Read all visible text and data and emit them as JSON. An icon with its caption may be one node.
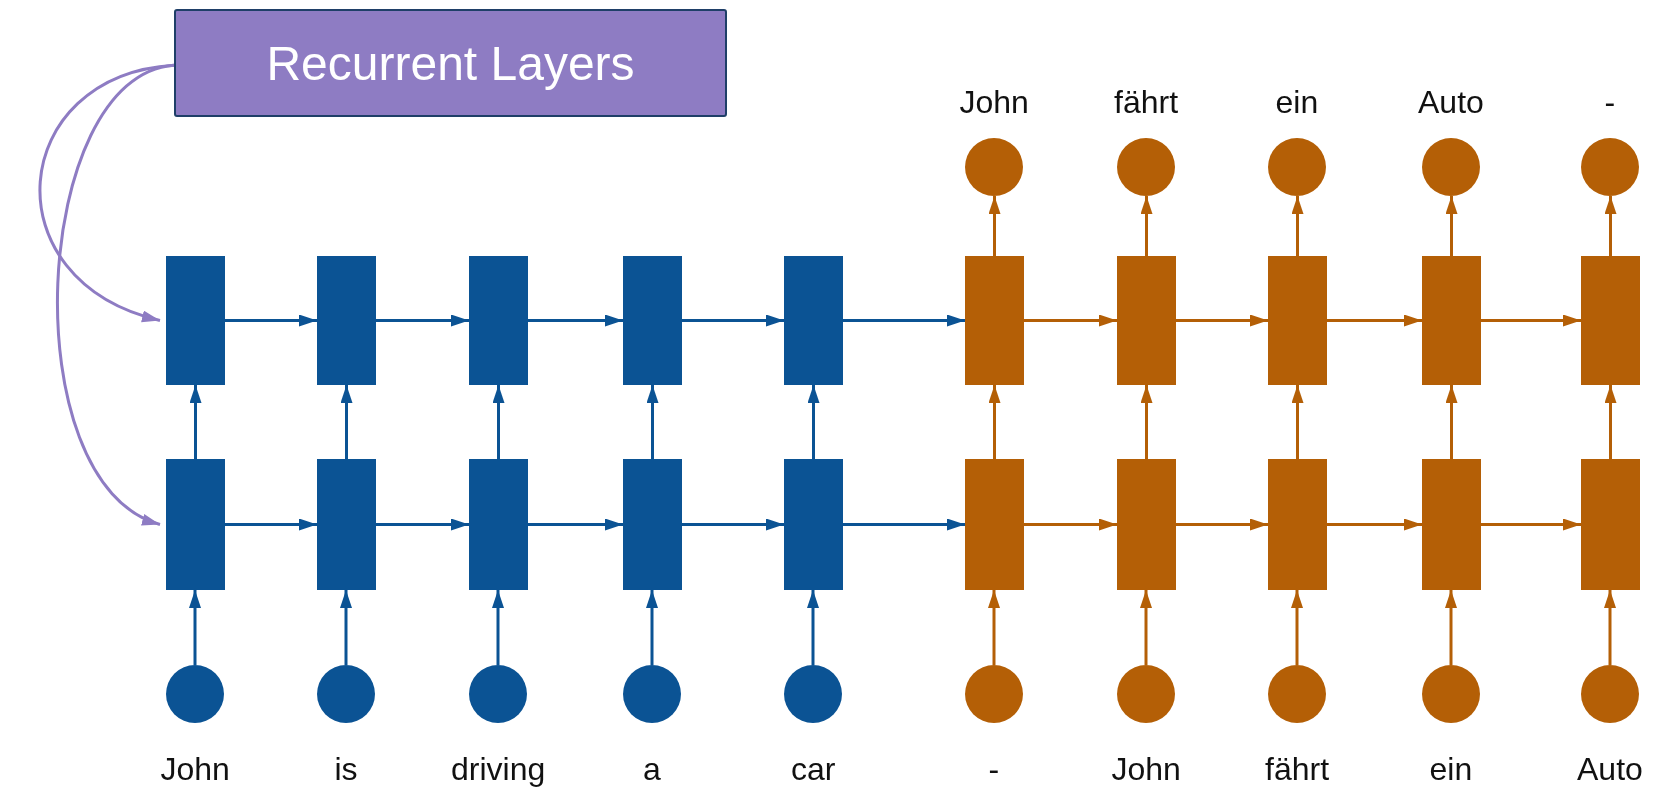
{
  "diagram": {
    "nodes": [
      {
        "text": [
          "Recurrent Layers"
        ]
      },
      {
        "text": [],
        "shape": "circle",
        "beside": [
          "John"
        ]
      },
      {
        "text": [],
        "shape": "circle",
        "beside": [
          "fährt"
        ]
      },
      {
        "text": [],
        "shape": "circle",
        "beside": [
          "ein"
        ]
      },
      {
        "text": [],
        "shape": "circle",
        "beside": [
          "Auto"
        ]
      },
      {
        "text": [],
        "shape": "circle",
        "beside": [
          "-"
        ]
      },
      {
        "text": [],
        "shape": "box"
      },
      {
        "text": [],
        "shape": "box"
      },
      {
        "text": [],
        "shape": "box"
      },
      {
        "text": [],
        "shape": "box"
      },
      {
        "text": [],
        "shape": "box"
      },
      {
        "text": [],
        "shape": "box"
      },
      {
        "text": [],
        "shape": "box"
      },
      {
        "text": [],
        "shape": "box"
      },
      {
        "text": [],
        "shape": "box"
      },
      {
        "text": [],
        "shape": "box"
      },
      {
        "text": [],
        "shape": "box"
      },
      {
        "text": [],
        "shape": "box"
      },
      {
        "text": [],
        "shape": "box"
      },
      {
        "text": [],
        "shape": "box"
      },
      {
        "text": [],
        "shape": "box"
      },
      {
        "text": [],
        "shape": "box"
      },
      {
        "text": [],
        "shape": "box"
      },
      {
        "text": [],
        "shape": "box"
      },
      {
        "text": [],
        "shape": "box"
      },
      {
        "text": [],
        "shape": "box"
      },
      {
        "text": [],
        "shape": "circle",
        "beside": [
          "John"
        ]
      },
      {
        "text": [],
        "shape": "circle",
        "beside": [
          "is"
        ]
      },
      {
        "text": [],
        "shape": "circle",
        "beside": [
          "driving"
        ]
      },
      {
        "text": [],
        "shape": "circle",
        "beside": [
          "a"
        ]
      },
      {
        "text": [],
        "shape": "circle",
        "beside": [
          "car"
        ]
      },
      {
        "text": [],
        "shape": "circle",
        "beside": [
          "-"
        ]
      },
      {
        "text": [],
        "shape": "circle",
        "beside": [
          "John"
        ]
      },
      {
        "text": [],
        "shape": "circle",
        "beside": [
          "fährt"
        ]
      },
      {
        "text": [],
        "shape": "circle",
        "beside": [
          "ein"
        ]
      },
      {
        "text": [],
        "shape": "circle",
        "beside": [
          "Auto"
        ]
      }
    ],
    "edges": [
      {
        "from": 0,
        "to": 6,
        "arrow": "to",
        "color": "#8e7cc3"
      },
      {
        "from": 0,
        "to": 16,
        "arrow": "to",
        "color": "#8e7cc3"
      },
      {
        "from": 6,
        "to": 7,
        "arrow": "to",
        "color": "#0b5394"
      },
      {
        "from": 7,
        "to": 8,
        "arrow": "to",
        "color": "#0b5394"
      },
      {
        "from": 8,
        "to": 9,
        "arrow": "to",
        "color": "#0b5394"
      },
      {
        "from": 9,
        "to": 10,
        "arrow": "to",
        "color": "#0b5394"
      },
      {
        "from": 10,
        "to": 11,
        "arrow": "to",
        "color": "#0b5394"
      },
      {
        "from": 11,
        "to": 12,
        "arrow": "to"
      },
      {
        "from": 12,
        "to": 13,
        "arrow": "to"
      },
      {
        "from": 13,
        "to": 14,
        "arrow": "to"
      },
      {
        "from": 14,
        "to": 15,
        "arrow": "to"
      },
      {
        "from": 16,
        "to": 17,
        "arrow": "to",
        "color": "#0b5394"
      },
      {
        "from": 17,
        "to": 18,
        "arrow": "to",
        "color": "#0b5394"
      },
      {
        "from": 18,
        "to": 19,
        "arrow": "to",
        "color": "#0b5394"
      },
      {
        "from": 19,
        "to": 20,
        "arrow": "to",
        "color": "#0b5394"
      },
      {
        "from": 20,
        "to": 21,
        "arrow": "to",
        "color": "#0b5394"
      },
      {
        "from": 21,
        "to": 22,
        "arrow": "to"
      },
      {
        "from": 22,
        "to": 23,
        "arrow": "to"
      },
      {
        "from": 23,
        "to": 24,
        "arrow": "to"
      },
      {
        "from": 24,
        "to": 25,
        "arrow": "to"
      },
      {
        "from": 26,
        "to": 16,
        "arrow": "to",
        "color": "#0b5394"
      },
      {
        "from": 27,
        "to": 17,
        "arrow": "to",
        "color": "#0b5394"
      },
      {
        "from": 28,
        "to": 18,
        "arrow": "to",
        "color": "#0b5394"
      },
      {
        "from": 29,
        "to": 19,
        "arrow": "to",
        "color": "#0b5394"
      },
      {
        "from": 30,
        "to": 20,
        "arrow": "to",
        "color": "#0b5394"
      },
      {
        "from": 31,
        "to": 21,
        "arrow": "to"
      },
      {
        "from": 32,
        "to": 22,
        "arrow": "to"
      },
      {
        "from": 33,
        "to": 23,
        "arrow": "to"
      },
      {
        "from": 34,
        "to": 24,
        "arrow": "to"
      },
      {
        "from": 35,
        "to": 25,
        "arrow": "to"
      },
      {
        "from": 16,
        "to": 6,
        "arrow": "to",
        "color": "#0b5394"
      },
      {
        "from": 17,
        "to": 7,
        "arrow": "to",
        "color": "#0b5394"
      },
      {
        "from": 18,
        "to": 8,
        "arrow": "to",
        "color": "#0b5394"
      },
      {
        "from": 19,
        "to": 9,
        "arrow": "to",
        "color": "#0b5394"
      },
      {
        "from": 20,
        "to": 10,
        "arrow": "to",
        "color": "#0b5394"
      },
      {
        "from": 21,
        "to": 11,
        "arrow": "to"
      },
      {
        "from": 22,
        "to": 12,
        "arrow": "to"
      },
      {
        "from": 23,
        "to": 13,
        "arrow": "to"
      },
      {
        "from": 24,
        "to": 14,
        "arrow": "to"
      },
      {
        "from": 25,
        "to": 15,
        "arrow": "to"
      },
      {
        "from": 11,
        "to": 1,
        "arrow": "to"
      },
      {
        "from": 12,
        "to": 2,
        "arrow": "to"
      },
      {
        "from": 13,
        "to": 3,
        "arrow": "to"
      },
      {
        "from": 14,
        "to": 4,
        "arrow": "to"
      },
      {
        "from": 15,
        "to": 5,
        "arrow": "to"
      }
    ]
  }
}
